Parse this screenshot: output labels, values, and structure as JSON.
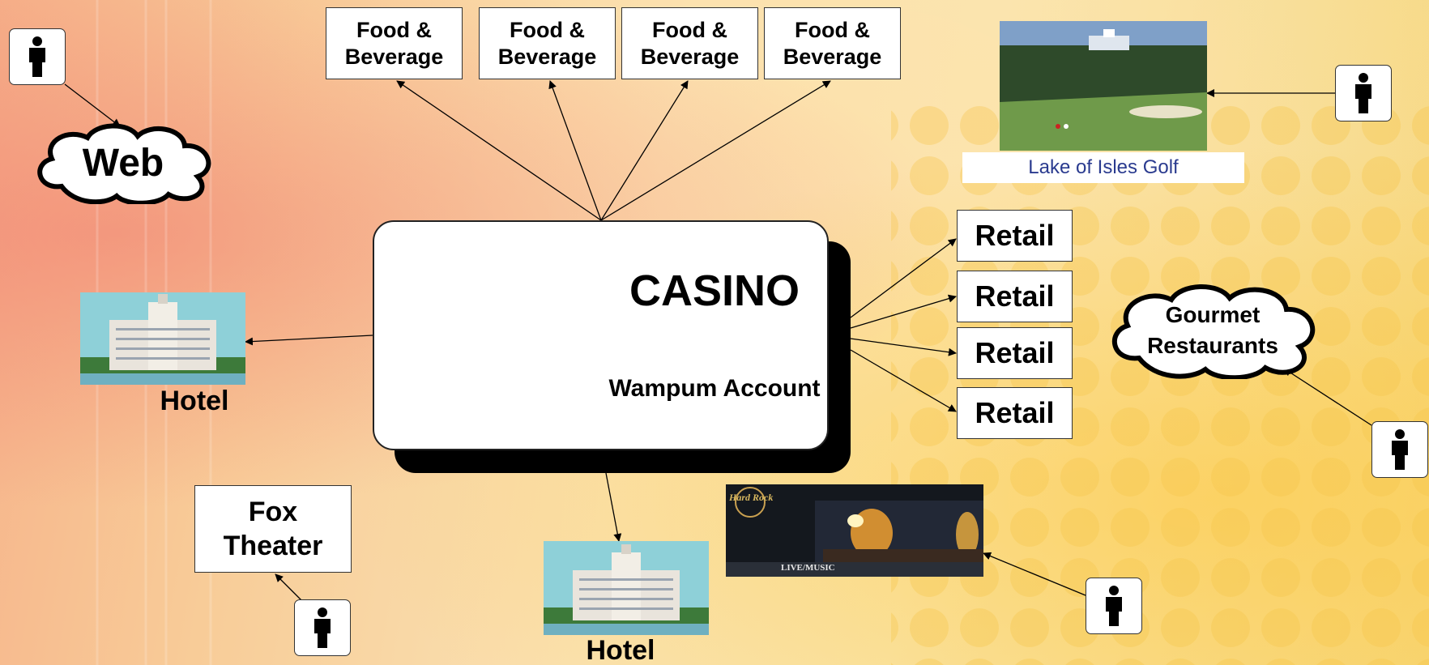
{
  "casino": {
    "title": "CASINO",
    "subtitle": "Wampum Account"
  },
  "food_beverage": [
    {
      "label": "Food &\nBeverage"
    },
    {
      "label": "Food &\nBeverage"
    },
    {
      "label": "Food &\nBeverage"
    },
    {
      "label": "Food &\nBeverage"
    }
  ],
  "retail": [
    {
      "label": "Retail"
    },
    {
      "label": "Retail"
    },
    {
      "label": "Retail"
    },
    {
      "label": "Retail"
    }
  ],
  "web": {
    "label": "Web"
  },
  "gourmet": {
    "label": "Gourmet\nRestaurants"
  },
  "golf": {
    "caption": "Lake of Isles Golf"
  },
  "hotel_left": {
    "label": "Hotel"
  },
  "hotel_bottom": {
    "label": "Hotel"
  },
  "fox_theater": {
    "label": "Fox\nTheater"
  },
  "hard_rock": {
    "logo_text": "Hard Rock",
    "banner_text": "LIVE/MUSIC"
  },
  "colors": {
    "background": "#f9e2ad",
    "box_border": "#333333",
    "casino_shadow": "#000000",
    "golf_caption": "#2a3b8f"
  },
  "icons": {
    "user": "person-icon",
    "cloud": "cloud-shape"
  }
}
